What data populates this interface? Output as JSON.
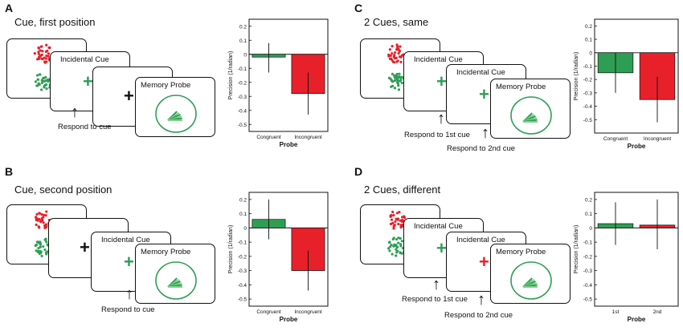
{
  "panels": [
    {
      "letter": "A",
      "title": "Cue, first position",
      "cards": {
        "cue_label": "Incidental Cue",
        "probe_label": "Memory Probe"
      },
      "respond": [
        "Respond to cue"
      ],
      "chart": {
        "ylabel": "Precision (1/radian)",
        "xlabel": "Probe",
        "ylim": [
          -0.55,
          0.25
        ],
        "yticks": [
          "0.2",
          "0.1",
          "0",
          "-0.1",
          "-0.2",
          "-0.3",
          "-0.4",
          "-0.5"
        ]
      }
    },
    {
      "letter": "B",
      "title": "Cue, second position",
      "cards": {
        "cue_label": "Incidental Cue",
        "probe_label": "Memory Probe"
      },
      "respond": [
        "Respond to cue"
      ],
      "chart": {
        "ylabel": "Precision (1/radian)",
        "xlabel": "Probe",
        "ylim": [
          -0.55,
          0.25
        ],
        "yticks": [
          "0.2",
          "0.1",
          "0",
          "-0.1",
          "-0.2",
          "-0.3",
          "-0.4",
          "-0.5"
        ]
      }
    },
    {
      "letter": "C",
      "title": "2 Cues, same",
      "cards": {
        "cue_label": "Incidental Cue",
        "probe_label": "Memory Probe"
      },
      "respond": [
        "Respond to 1st cue",
        "Respond to 2nd cue"
      ],
      "chart": {
        "ylabel": "Precision (1/radian)",
        "xlabel": "Probe",
        "ylim": [
          -0.6,
          0.25
        ],
        "yticks": [
          "0.2",
          "0.1",
          "0",
          "-0.1",
          "-0.2",
          "-0.3",
          "-0.4",
          "-0.5"
        ]
      }
    },
    {
      "letter": "D",
      "title": "2 Cues, different",
      "cards": {
        "cue_label": "Incidental Cue",
        "probe_label": "Memory Probe"
      },
      "respond": [
        "Respond to 1st cue",
        "Respond to 2nd cue"
      ],
      "chart": {
        "ylabel": "Precision (1/radian)",
        "xlabel": "Probe",
        "ylim": [
          -0.55,
          0.25
        ],
        "yticks": [
          "0.2",
          "0.1",
          "0",
          "-0.1",
          "-0.2",
          "-0.3",
          "-0.4",
          "-0.5"
        ]
      }
    }
  ],
  "chart_data": [
    {
      "type": "bar",
      "panel": "A",
      "categories": [
        "Congruent",
        "Incongruent"
      ],
      "values": [
        -0.02,
        -0.28
      ],
      "error_low": [
        -0.13,
        -0.43
      ],
      "error_high": [
        0.08,
        -0.13
      ],
      "colors": [
        "#2e9e54",
        "#e8202a"
      ],
      "ylim": [
        -0.55,
        0.25
      ],
      "title": "",
      "ylabel": "Precision (1/radian)",
      "xlabel": "Probe"
    },
    {
      "type": "bar",
      "panel": "B",
      "categories": [
        "Congruent",
        "Incongruent"
      ],
      "values": [
        0.06,
        -0.3
      ],
      "error_low": [
        -0.08,
        -0.44
      ],
      "error_high": [
        0.2,
        -0.16
      ],
      "colors": [
        "#2e9e54",
        "#e8202a"
      ],
      "ylim": [
        -0.55,
        0.25
      ],
      "title": "",
      "ylabel": "Precision (1/radian)",
      "xlabel": "Probe"
    },
    {
      "type": "bar",
      "panel": "C",
      "categories": [
        "Congruent",
        "Incongruent"
      ],
      "values": [
        -0.15,
        -0.35
      ],
      "error_low": [
        -0.3,
        -0.52
      ],
      "error_high": [
        0.0,
        -0.18
      ],
      "colors": [
        "#2e9e54",
        "#e8202a"
      ],
      "ylim": [
        -0.6,
        0.25
      ],
      "title": "",
      "ylabel": "Precision (1/radian)",
      "xlabel": "Probe"
    },
    {
      "type": "bar",
      "panel": "D",
      "categories": [
        "1st",
        "2nd"
      ],
      "values": [
        0.03,
        0.02
      ],
      "error_low": [
        -0.12,
        -0.15
      ],
      "error_high": [
        0.18,
        0.2
      ],
      "colors": [
        "#2e9e54",
        "#e8202a"
      ],
      "ylim": [
        -0.55,
        0.25
      ],
      "title": "",
      "ylabel": "Precision (1/radian)",
      "xlabel": "Probe"
    }
  ],
  "colors": {
    "green": "#2e9e54",
    "red": "#e8202a",
    "light_green": "#7fd08a"
  },
  "glyphs": {
    "cross": "+",
    "arrow": "↑"
  }
}
